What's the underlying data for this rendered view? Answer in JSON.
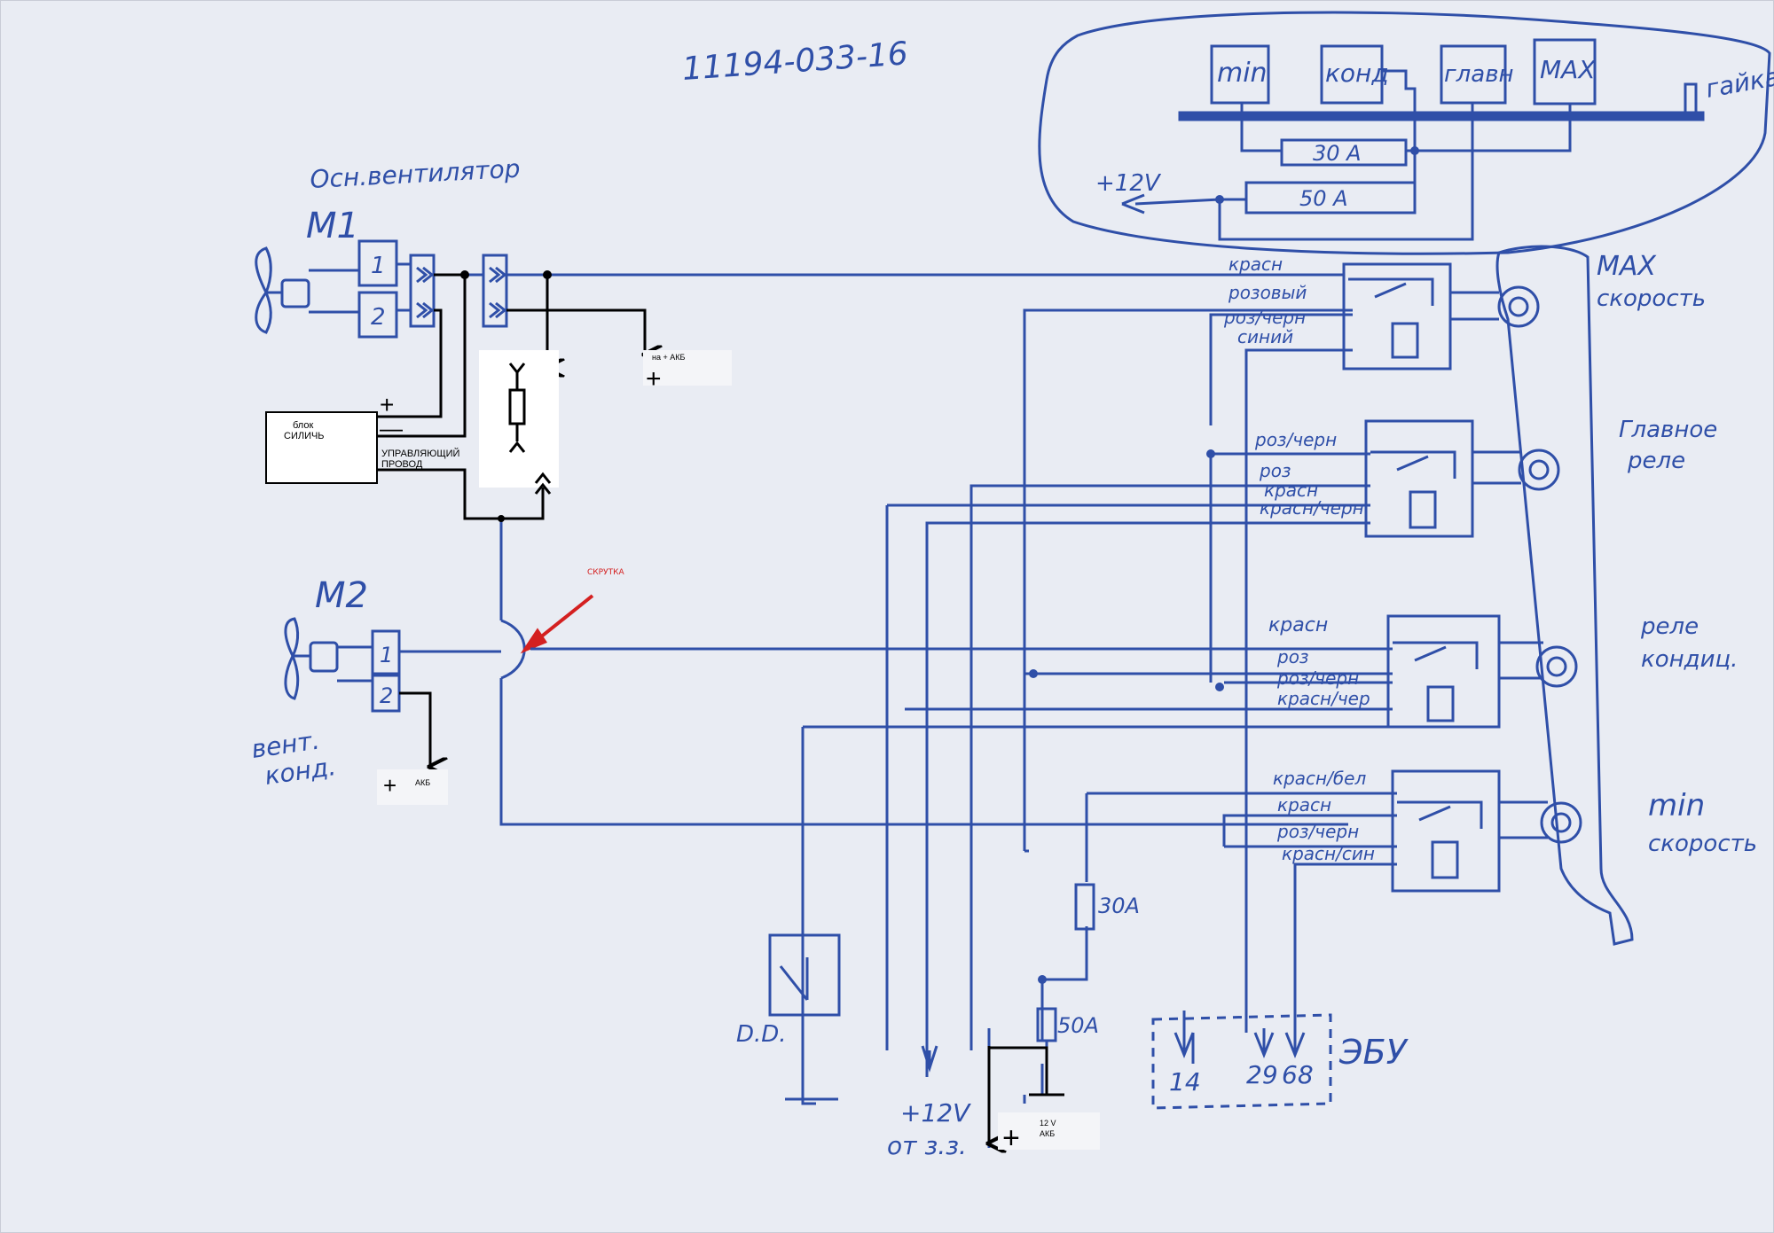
{
  "doc_number": "11194-033-16",
  "fuse_box": {
    "relays": [
      "min",
      "конд",
      "главн",
      "MAX"
    ],
    "nut_label": "гайка",
    "fuse_30": "30 A",
    "fuse_50": "50 A",
    "plus12_label": "+12V"
  },
  "m1": {
    "title": "Осн.вентилятор",
    "label": "M1",
    "pins": [
      "1",
      "2"
    ]
  },
  "m2": {
    "label": "M2",
    "pins": [
      "1",
      "2"
    ],
    "caption_line1": "вент.",
    "caption_line2": "конд."
  },
  "block": {
    "line1": "блок",
    "line2": "СИЛИЧЬ",
    "plus": "+",
    "minus": "—",
    "control_line1": "УПРАВЛЯЮЩИЙ",
    "control_line2": "ПРОВОД"
  },
  "akb_top": {
    "text": "на + АКБ",
    "plus": "+"
  },
  "akb_m2": {
    "plus": "+",
    "text": "АКБ"
  },
  "akb_bottom": {
    "line1": "12 V",
    "line2": "АКБ",
    "plus": "+"
  },
  "twist_label": "СКРУТКА",
  "relays": [
    {
      "title_line1": "MAX",
      "title_line2": "скорость",
      "wires": [
        "красн",
        "розовый",
        "роз/черн",
        "синий"
      ]
    },
    {
      "title_line1": "Главное",
      "title_line2": "реле",
      "wires": [
        "роз/черн",
        "роз",
        "красн",
        "красн/черн"
      ]
    },
    {
      "title_line1": "реле",
      "title_line2": "кондиц.",
      "wires": [
        "красн",
        "роз",
        "роз/черн",
        "красн/чер"
      ]
    },
    {
      "title_line1": "min",
      "title_line2": "скорость",
      "wires": [
        "красн/бел",
        "красн",
        "роз/черн",
        "красн/син"
      ]
    }
  ],
  "fuse_30a": "30A",
  "fuse_50a": "50A",
  "dd_label": "D.D.",
  "plus12": {
    "line1": "+12V",
    "line2": "от з.з."
  },
  "ecu": {
    "label": "ЭБУ",
    "pins": [
      "14",
      "29",
      "68"
    ]
  },
  "colors": {
    "ink": "#2f4fa8",
    "print": "#000000",
    "arrow": "#d42020",
    "paper": "#e9ecf3"
  }
}
